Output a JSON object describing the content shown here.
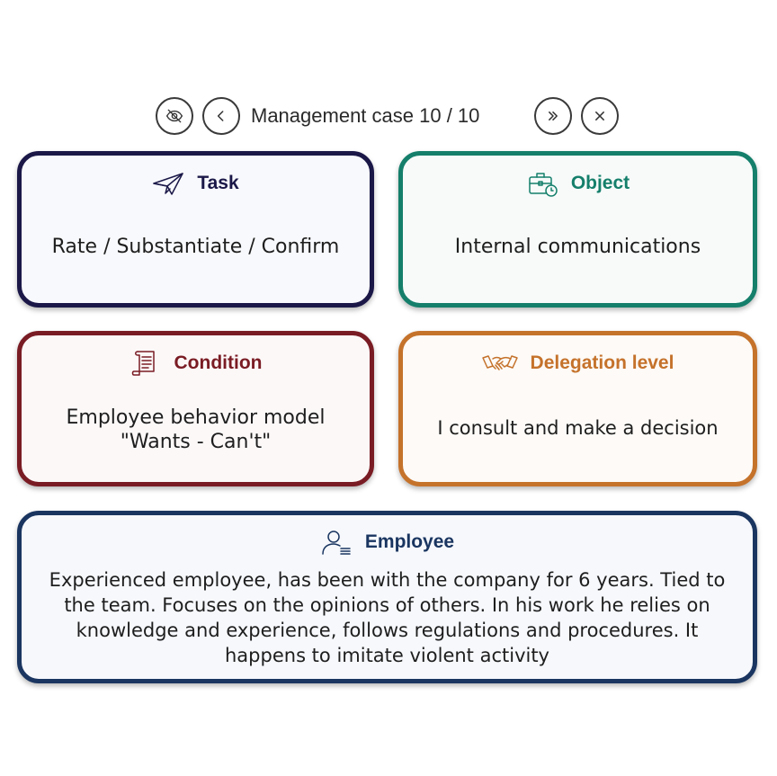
{
  "header": {
    "title": "Management case 10 / 10",
    "buttons": {
      "hide": "eye-off-icon",
      "prev": "chevron-left-icon",
      "last": "double-chevron-right-icon",
      "close": "close-icon"
    }
  },
  "cards": {
    "task": {
      "label": "Task",
      "icon": "paper-plane-icon",
      "value": "Rate / Substantiate / Confirm",
      "color": "#1b1848"
    },
    "object": {
      "label": "Object",
      "icon": "briefcase-clock-icon",
      "value": "Internal communications",
      "color": "#157f6b"
    },
    "condition": {
      "label": "Condition",
      "icon": "document-scroll-icon",
      "value_line1": "Employee behavior model",
      "value_line2": "\"Wants - Can't\"",
      "color": "#7a1c24"
    },
    "delegation": {
      "label": "Delegation level",
      "icon": "handshake-icon",
      "value": "I consult and make a decision",
      "color": "#c5722b"
    },
    "employee": {
      "label": "Employee",
      "icon": "user-list-icon",
      "description": "Experienced employee, has been with the company for 6 years. Tied to the team. Focuses on the opinions of others. In his work he relies on knowledge and experience, follows regulations and procedures. It happens to imitate violent activity",
      "color": "#1a3560"
    }
  }
}
